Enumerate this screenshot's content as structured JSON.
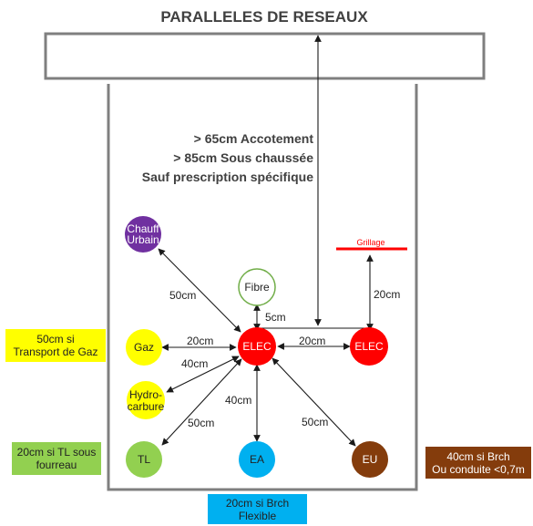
{
  "title": "PARALLELES DE RESEAUX",
  "requirements": [
    "> 65cm Accotement",
    "> 85cm Sous chaussée",
    "Sauf prescription spécifique"
  ],
  "nodes": {
    "chauff_urbain": {
      "line1": "Chauff",
      "line2": "Urbain",
      "color": "#7030a0",
      "text_color": "#ffffff"
    },
    "fibre": {
      "label": "Fibre",
      "color": "#ffffff",
      "border": "#70ad47",
      "text_color": "#222222"
    },
    "gaz": {
      "label": "Gaz",
      "color": "#ffff00",
      "text_color": "#222222"
    },
    "elec_main": {
      "label": "ELEC",
      "color": "#ff0000",
      "text_color": "#ffffff"
    },
    "elec_right": {
      "label": "ELEC",
      "color": "#ff0000",
      "text_color": "#ffffff"
    },
    "hydrocarbure": {
      "line1": "Hydro-",
      "line2": "carbure",
      "color": "#ffff00",
      "text_color": "#222222"
    },
    "tl": {
      "label": "TL",
      "color": "#92d050",
      "text_color": "#222222"
    },
    "ea": {
      "label": "EA",
      "color": "#00b0f0",
      "text_color": "#222222"
    },
    "eu": {
      "label": "EU",
      "color": "#843c0c",
      "text_color": "#ffffff"
    }
  },
  "grillage": {
    "label": "Grillage",
    "color": "#ff0000"
  },
  "distances": {
    "chauff": "50cm",
    "fibre": "5cm",
    "gaz": "20cm",
    "elec_elec": "20cm",
    "grillage": "20cm",
    "hydro": "40cm",
    "tl": "50cm",
    "ea": "40cm",
    "eu": "50cm"
  },
  "notes": {
    "gaz": {
      "text": "50cm si\nTransport de Gaz",
      "color": "#ffff00"
    },
    "tl": {
      "text": "20cm si TL sous\nfourreau",
      "color": "#92d050"
    },
    "ea": {
      "text": "20cm si Brch\nFlexible",
      "color": "#00b0f0"
    },
    "eu": {
      "text": "40cm si Brch\nOu conduite <0,7m",
      "color": "#843c0c"
    }
  }
}
